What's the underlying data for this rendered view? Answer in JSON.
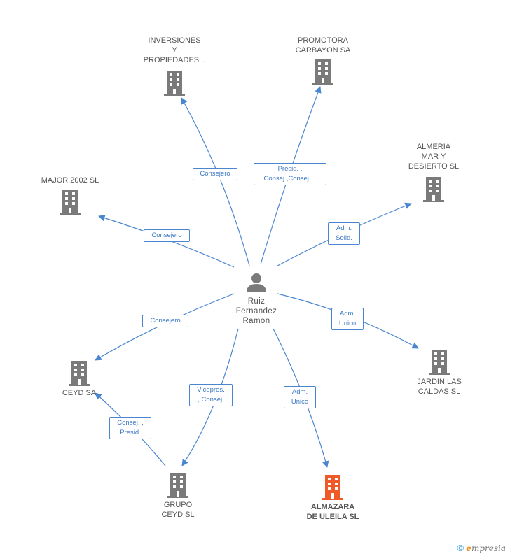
{
  "person": {
    "name": "Ruiz\nFernandez\nRamon",
    "icon": "person-icon"
  },
  "companies": [
    {
      "id": "inversiones",
      "name": "INVERSIONES\nY\nPROPIEDADES..."
    },
    {
      "id": "promotora",
      "name": "PROMOTORA\nCARBAYON SA"
    },
    {
      "id": "almeria",
      "name": "ALMERIA\nMAR Y\nDESIERTO SL"
    },
    {
      "id": "major",
      "name": "MAJOR 2002 SL"
    },
    {
      "id": "ceyd",
      "name": "CEYD SA"
    },
    {
      "id": "jardin",
      "name": "JARDIN LAS\nCALDAS SL"
    },
    {
      "id": "grupo",
      "name": "GRUPO\nCEYD SL"
    },
    {
      "id": "almazara",
      "name": "ALMAZARA\nDE ULEILA SL"
    }
  ],
  "relations": [
    {
      "id": "r_inversiones",
      "label": "Consejero"
    },
    {
      "id": "r_promotora",
      "label": "Presid. ,\nConsej.,Consej...."
    },
    {
      "id": "r_almeria",
      "label": "Adm.\nSolid."
    },
    {
      "id": "r_major",
      "label": "Consejero"
    },
    {
      "id": "r_ceyd",
      "label": "Consejero"
    },
    {
      "id": "r_jardin",
      "label": "Adm.\nUnico"
    },
    {
      "id": "r_grupo",
      "label": "Vicepres.\n, Consej."
    },
    {
      "id": "r_almazara",
      "label": "Adm.\nUnico"
    },
    {
      "id": "r_grupo_ceyd",
      "label": "Consej. ,\nPresid."
    }
  ],
  "colors": {
    "edge": "#4a86d0",
    "building": "#7a7a7a",
    "focus_building": "#f05a28"
  },
  "watermark": {
    "symbol": "©",
    "brand_initial": "e",
    "brand_rest": "mpresia"
  }
}
